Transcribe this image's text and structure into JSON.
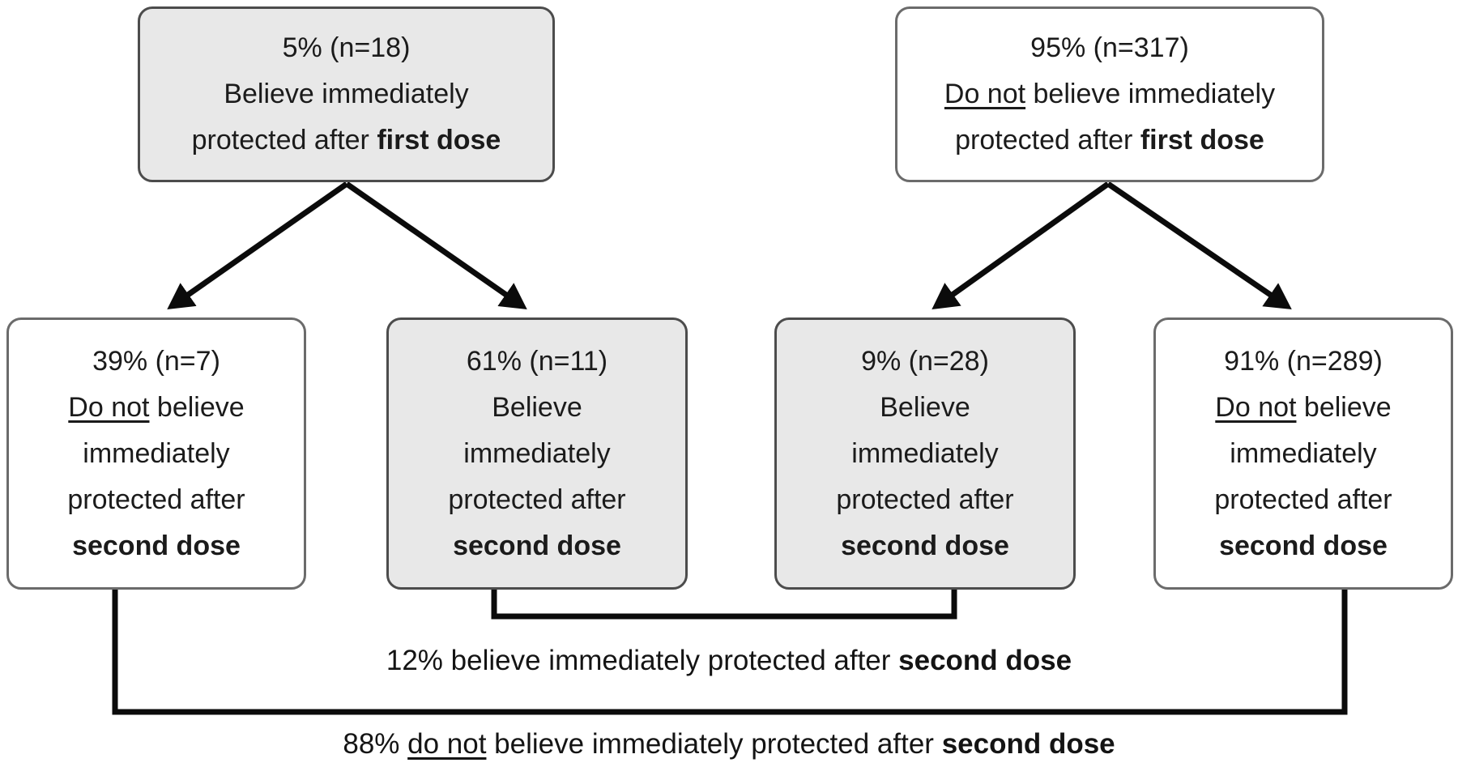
{
  "figure": {
    "type": "flowchart",
    "colors": {
      "background": "#ffffff",
      "box_gray_fill": "#e8e8e8",
      "box_gray_border": "#4c4c4c",
      "box_white_fill": "#ffffff",
      "box_white_border": "#6b6b6b",
      "line_black": "#0b0b0b",
      "text": "#1b1b1b"
    },
    "top_boxes": [
      {
        "id": "believe-after-first-dose",
        "shade": "gray",
        "percent": "5%",
        "n": "n=18",
        "lines": [
          [
            {
              "t": "5% (n=18)"
            }
          ],
          [
            {
              "t": "Believe immediately"
            }
          ],
          [
            {
              "t": "protected after "
            },
            {
              "t": "first dose",
              "b": true
            }
          ]
        ]
      },
      {
        "id": "do-not-believe-after-first-dose",
        "shade": "white",
        "percent": "95%",
        "n": "n=317",
        "lines": [
          [
            {
              "t": "95% (n=317)"
            }
          ],
          [
            {
              "t": "Do not",
              "u": true
            },
            {
              "t": " believe immediately"
            }
          ],
          [
            {
              "t": "protected after "
            },
            {
              "t": "first dose",
              "b": true
            }
          ]
        ]
      }
    ],
    "bottom_boxes": [
      {
        "id": "believe-first-not-second",
        "shade": "white",
        "percent": "39%",
        "n": "n=7",
        "lines": [
          [
            {
              "t": "39% (n=7)"
            }
          ],
          [
            {
              "t": "Do not",
              "u": true
            },
            {
              "t": " believe"
            }
          ],
          [
            {
              "t": "immediately"
            }
          ],
          [
            {
              "t": "protected after"
            }
          ],
          [
            {
              "t": "second dose",
              "b": true
            }
          ]
        ]
      },
      {
        "id": "believe-first-and-second",
        "shade": "gray",
        "percent": "61%",
        "n": "n=11",
        "lines": [
          [
            {
              "t": "61% (n=11)"
            }
          ],
          [
            {
              "t": "Believe"
            }
          ],
          [
            {
              "t": "immediately"
            }
          ],
          [
            {
              "t": "protected after"
            }
          ],
          [
            {
              "t": "second dose",
              "b": true
            }
          ]
        ]
      },
      {
        "id": "not-first-but-believe-second",
        "shade": "gray",
        "percent": "9%",
        "n": "n=28",
        "lines": [
          [
            {
              "t": "9% (n=28)"
            }
          ],
          [
            {
              "t": "Believe"
            }
          ],
          [
            {
              "t": "immediately"
            }
          ],
          [
            {
              "t": "protected after"
            }
          ],
          [
            {
              "t": "second dose",
              "b": true
            }
          ]
        ]
      },
      {
        "id": "not-first-not-second",
        "shade": "white",
        "percent": "91%",
        "n": "n=289",
        "lines": [
          [
            {
              "t": "91% (n=289)"
            }
          ],
          [
            {
              "t": "Do not",
              "u": true
            },
            {
              "t": " believe"
            }
          ],
          [
            {
              "t": "immediately"
            }
          ],
          [
            {
              "t": "protected after"
            }
          ],
          [
            {
              "t": "second dose",
              "b": true
            }
          ]
        ]
      }
    ],
    "captions": [
      {
        "id": "combined-believe-second-dose",
        "segments": [
          {
            "t": "12% believe immediately protected after "
          },
          {
            "t": "second dose",
            "b": true
          }
        ]
      },
      {
        "id": "combined-do-not-believe-second-dose",
        "segments": [
          {
            "t": "88% "
          },
          {
            "t": "do not",
            "u": true
          },
          {
            "t": " believe immediately protected after "
          },
          {
            "t": "second dose",
            "b": true
          }
        ]
      }
    ]
  }
}
